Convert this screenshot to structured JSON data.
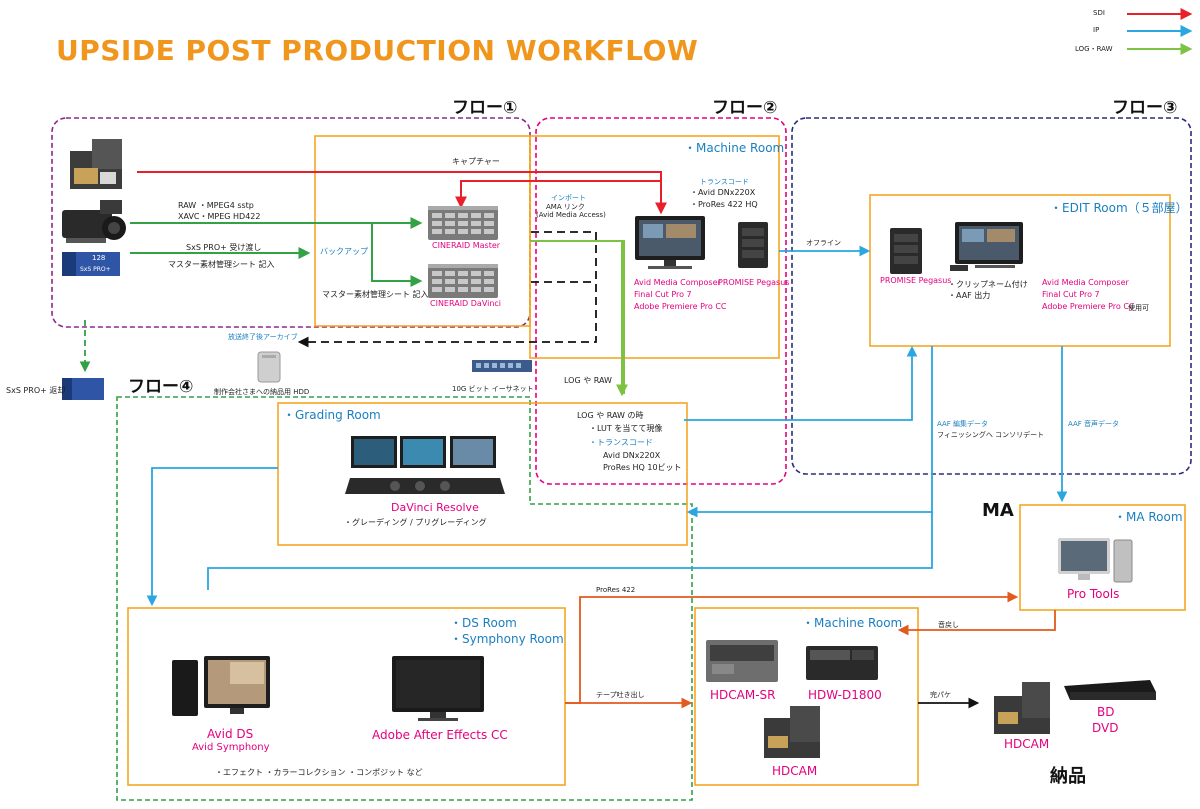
{
  "title": "UPSIDE POST PRODUCTION WORKFLOW",
  "legend": [
    {
      "label": "SDI",
      "color": "#e8202a"
    },
    {
      "label": "IP",
      "color": "#2aa6e0"
    },
    {
      "label": "LOG・RAW",
      "color": "#7dc242"
    }
  ],
  "flows": {
    "flow1": "フロー①",
    "flow2": "フロー②",
    "flow3": "フロー③",
    "flow4": "フロー④"
  },
  "capture": {
    "raw_line1": "RAW ・MPEG4 sstp",
    "raw_line2": "XAVC・MPEG HD422",
    "sxs_line1": "SxS PRO+ 受け渡し",
    "sxs_line2": "マスター素材管理シート 記入",
    "capture_label": "キャプチャー",
    "backup": "バックアップ",
    "master_sheet": "マスター素材管理シート 記入",
    "cineraid_master": "CINERAID Master",
    "cineraid_davinci": "CINERAID DaVinci",
    "sxs_card_top": "128",
    "sxs_card_bottom": "SxS PRO+",
    "sxs_return": "SxS PRO+ 返却"
  },
  "machine_room": {
    "label": "・Machine Room",
    "import_label": "インポート",
    "ama_line1": "AMA リンク",
    "ama_line2": "(Avid Media Access)",
    "transcode_label": "トランスコード",
    "codec1": "・Avid DNx220X",
    "codec2": "・ProRes 422 HQ",
    "apps": [
      "Avid Media Composer",
      "Final Cut Pro 7",
      "Adobe Premiere Pro CC"
    ],
    "storage": "PROMISE Pegasus",
    "offline": "オフライン",
    "log_raw": "LOG や RAW",
    "log_raw_time": "LOG や RAW の時",
    "lut": "・LUT を当てて現像",
    "transcode2": "・トランスコード",
    "codec3": "Avid DNx220X",
    "codec4": "ProRes HQ 10ビット"
  },
  "archive": {
    "label": "放送終了後アーカイブ",
    "hdd": "制作会社さまへの納品用 HDD",
    "ethernet": "10G ビット イーサネット"
  },
  "edit_room": {
    "label": "・EDIT Room（５部屋）",
    "storage": "PROMISE Pegasus",
    "clip1": "・クリップネーム付け",
    "clip2": "・AAF 出力",
    "apps": [
      "Avid Media Composer",
      "Final Cut Pro 7",
      "Adobe Premiere Pro CC"
    ],
    "usable": "使用可",
    "aaf_edit": "AAF 編集データ",
    "aaf_edit2": "フィニッシングへ コンソリデート",
    "aaf_audio": "AAF 音声データ"
  },
  "grading_room": {
    "label": "・Grading Room",
    "product": "DaVinci Resolve",
    "desc": "・グレーディング / プリグレーディング"
  },
  "ma": {
    "heading": "MA",
    "label": "・MA Room",
    "product": "Pro Tools",
    "return": "音戻し"
  },
  "ds_room": {
    "label1": "・DS Room",
    "label2": "・Symphony Room",
    "product1": "Avid DS",
    "product1b": "Avid Symphony",
    "product2": "Adobe After Effects CC",
    "desc": "・エフェクト ・カラーコレクション ・コンポジット など",
    "prores": "ProRes 422",
    "tape_out": "テープ吐き出し"
  },
  "machine_room2": {
    "label": "・Machine Room",
    "deck1": "HDCAM-SR",
    "deck2": "HDW-D1800",
    "tape": "HDCAM",
    "complete": "完パケ"
  },
  "delivery": {
    "heading": "納品",
    "hdcam": "HDCAM",
    "bd": "BD",
    "dvd": "DVD"
  }
}
